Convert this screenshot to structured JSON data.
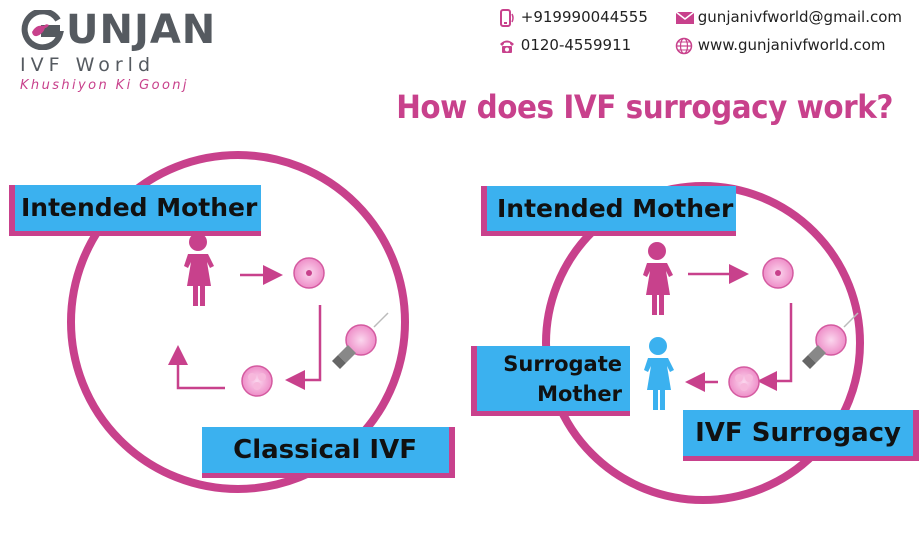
{
  "logo": {
    "name": "GUNJAN",
    "name_rest": "UNJAN",
    "subtitle": "IVF World",
    "tagline": "Khushiyon Ki Goonj"
  },
  "contact": {
    "mobile": "+919990044555",
    "phone": "0120-4559911",
    "email": "gunjanivfworld@gmail.com",
    "website": "www.gunjanivfworld.com"
  },
  "headline": "How does IVF surrogacy work?",
  "left_diagram": {
    "top_label": "Intended Mother",
    "bottom_label": "Classical IVF"
  },
  "right_diagram": {
    "top_label": "Intended Mother",
    "side_label_line1": "Surrogate",
    "side_label_line2": "Mother",
    "bottom_label": "IVF Surrogacy"
  },
  "colors": {
    "pink": "#c8418c",
    "blue": "#3bb1ef",
    "gray": "#555a60"
  }
}
